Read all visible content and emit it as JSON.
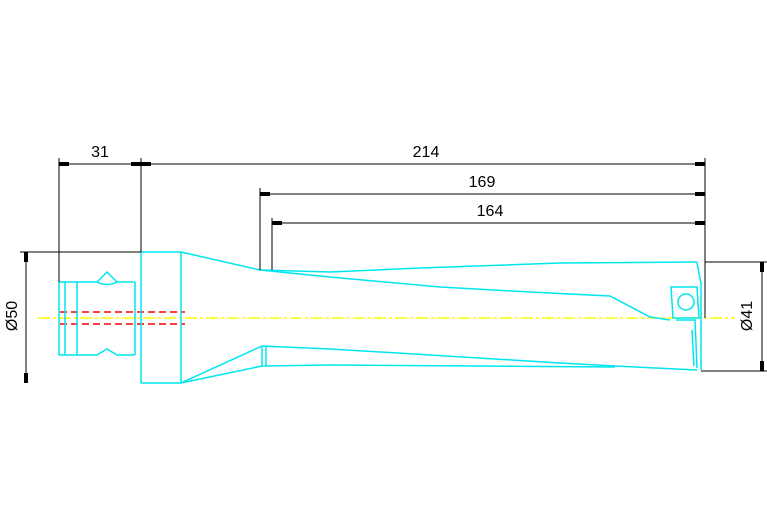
{
  "drawing": {
    "background": "#ffffff",
    "colors": {
      "outline": "#00e5ee",
      "dimension": "#000000",
      "centerline": "#ffff00",
      "hidden_line": "#ff0000"
    },
    "dimensions": {
      "shank_length": "31",
      "overall_length": "214",
      "length_169": "169",
      "length_164": "164",
      "shank_diameter": "Ø50",
      "cutting_diameter": "Ø41"
    }
  }
}
